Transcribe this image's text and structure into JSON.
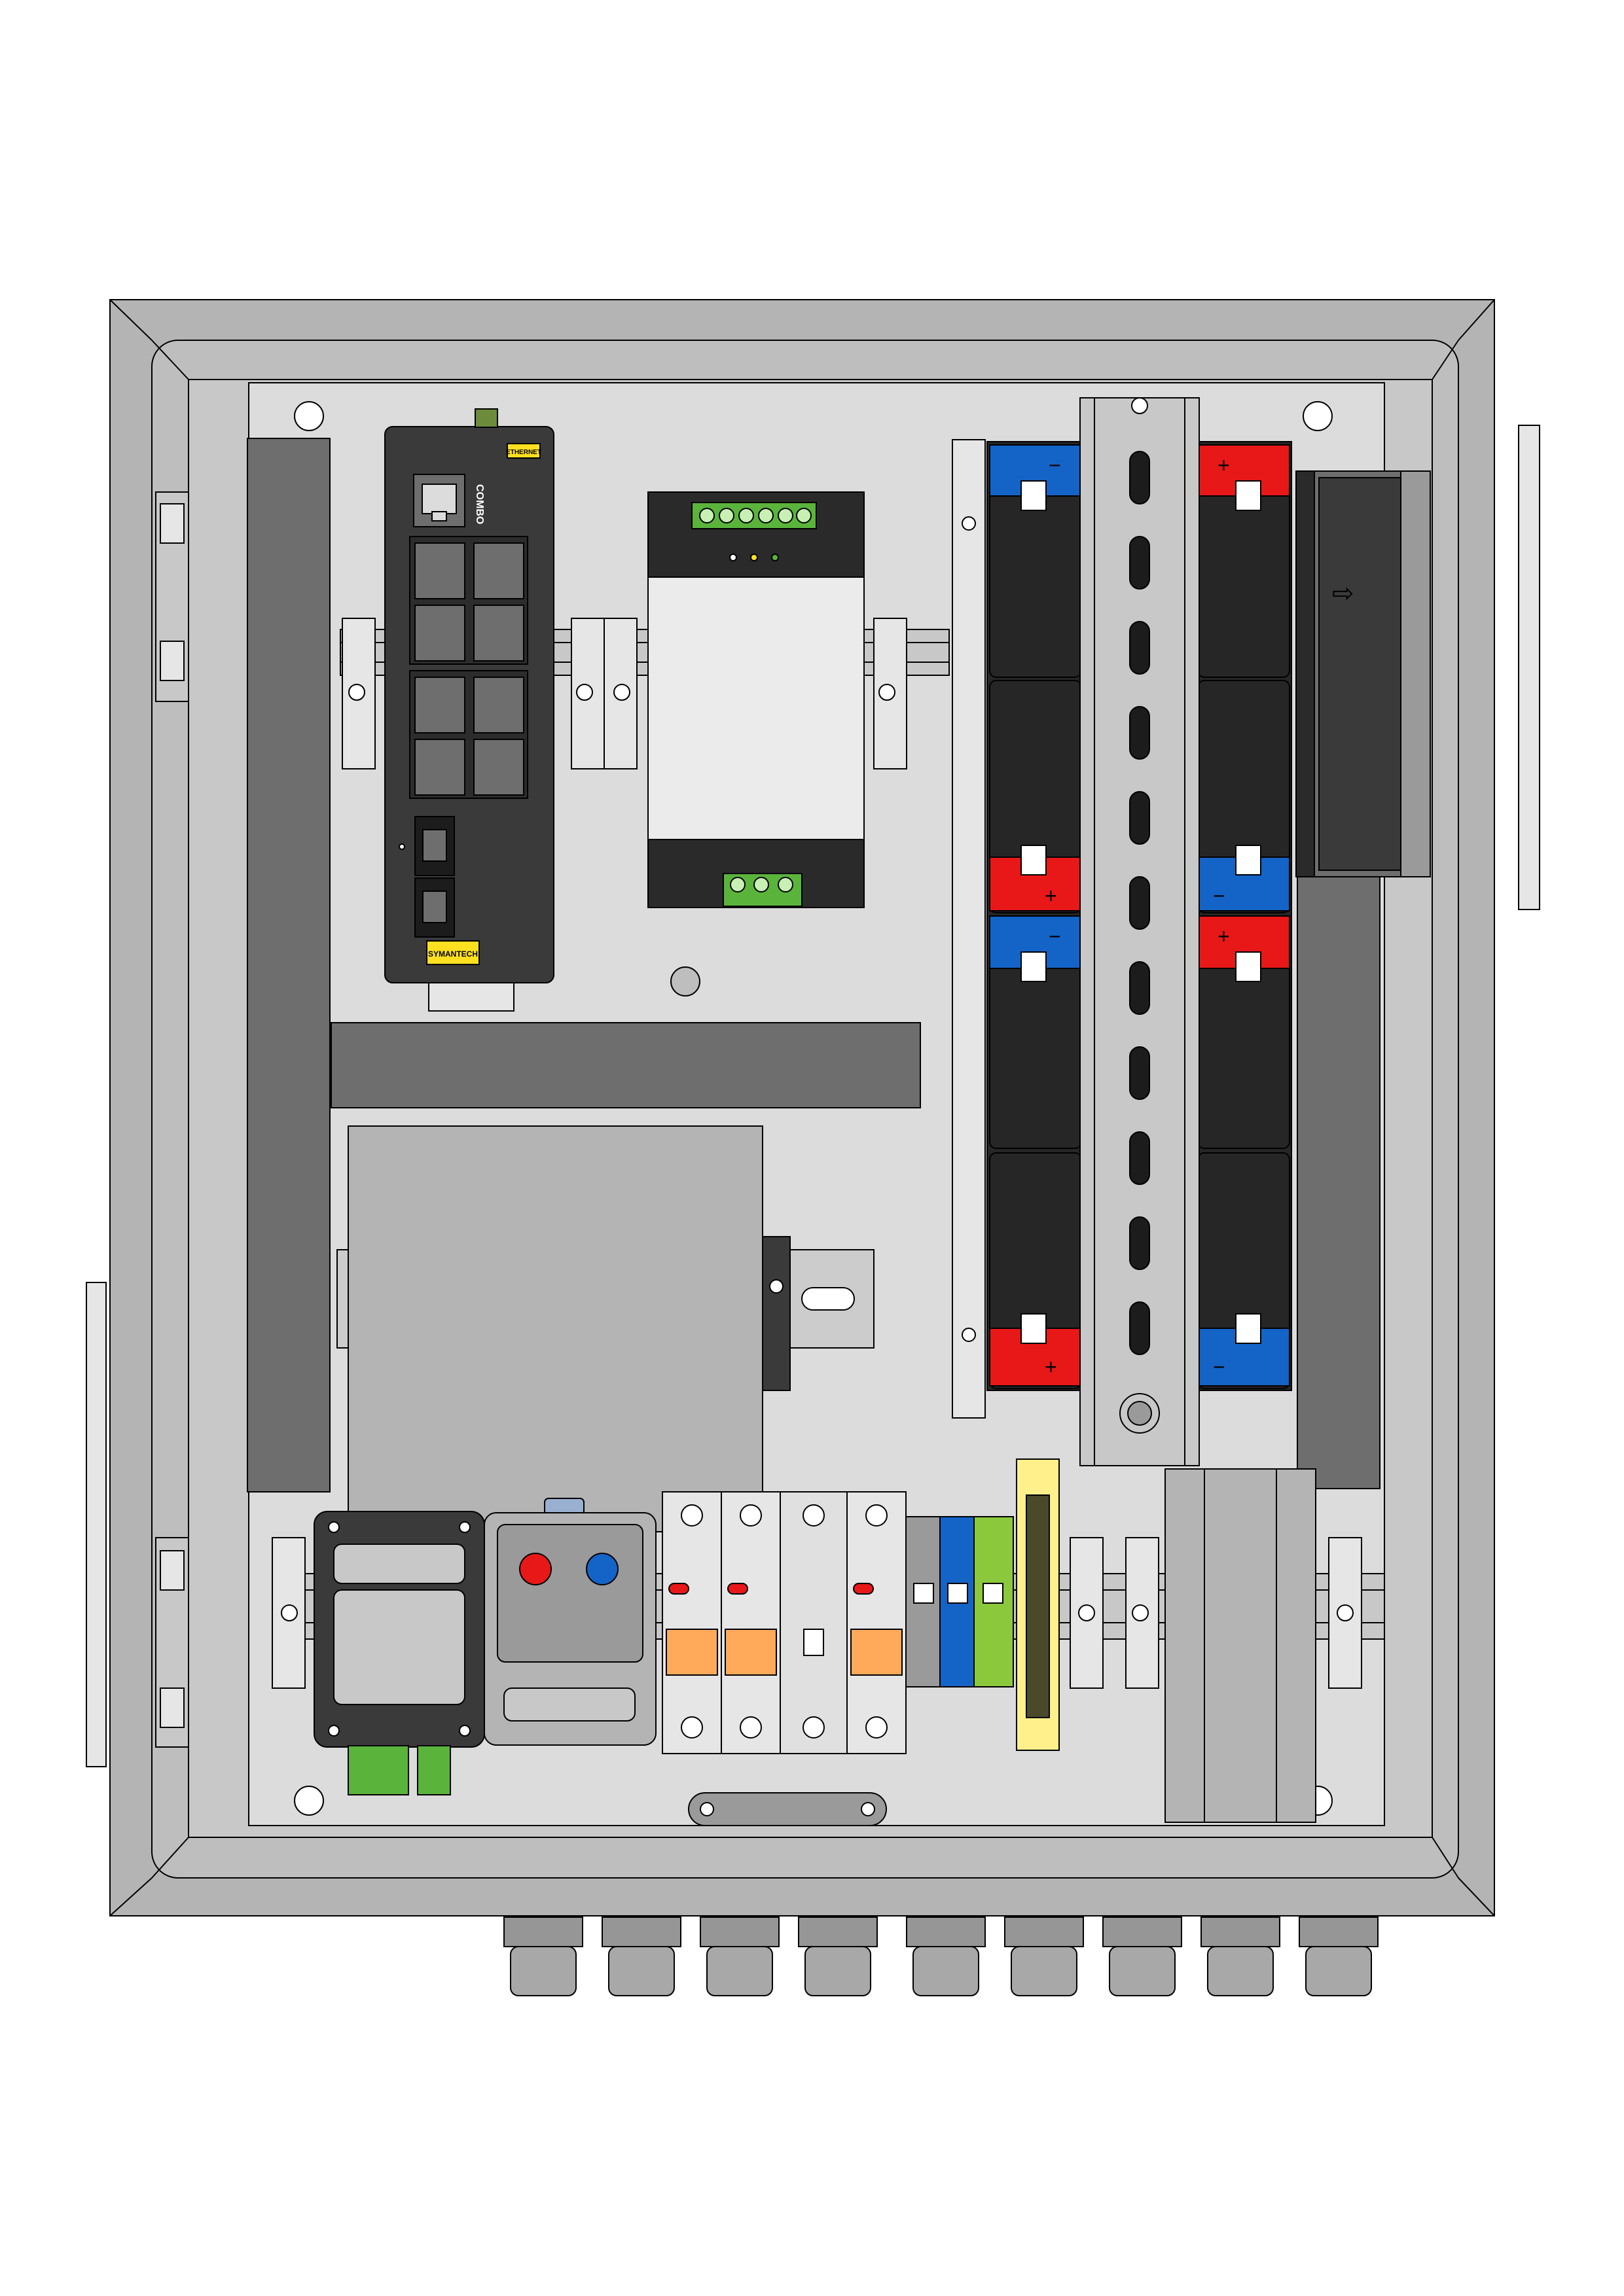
{
  "colors": {
    "enclosure": "#b4b4b4",
    "backplate": "#dcdcdc",
    "dark_channel": "#6e6e6e",
    "device_dark": "#3a3a3a",
    "battery": "#262626",
    "terminal_plus": "#e81818",
    "terminal_minus": "#1464c8",
    "yellow_label": "#ffe020",
    "green_connector": "#5ab43c",
    "orange_lever": "#ffaa5a",
    "earth_bar": "#fff08c",
    "gland": "#969696"
  },
  "switch": {
    "top_label": "ETHERNET",
    "brand_label": "SYMANTECH",
    "port_label": "COMBO"
  },
  "battery_signs": {
    "plus": "+",
    "minus": "−"
  },
  "fan": {
    "arrow_glyph": "⇨"
  },
  "cable_glands": {
    "count": 9
  }
}
